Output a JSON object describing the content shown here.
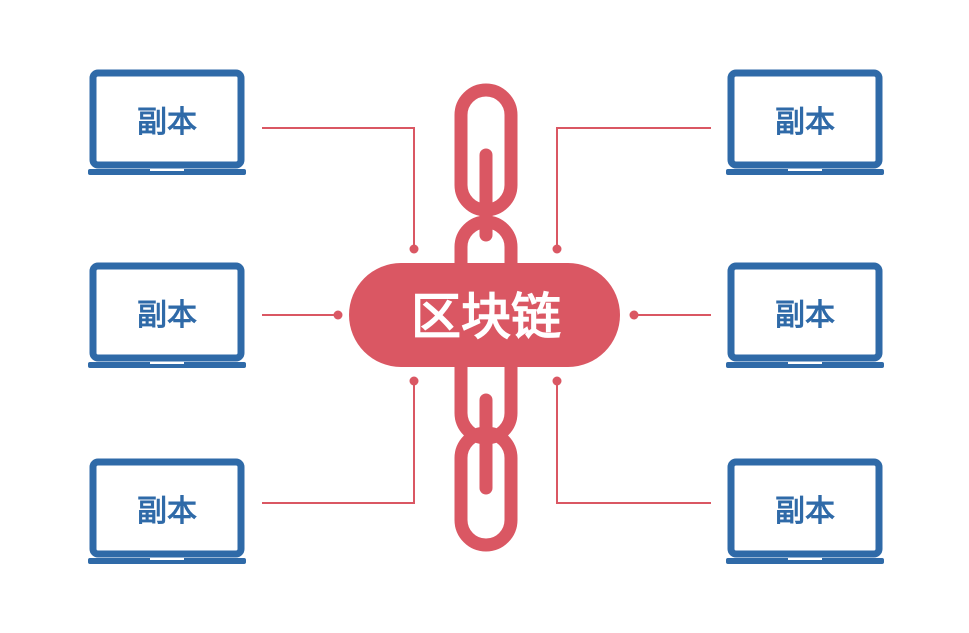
{
  "diagram": {
    "center_label": "区块链",
    "copies": [
      {
        "label": "副本"
      },
      {
        "label": "副本"
      },
      {
        "label": "副本"
      },
      {
        "label": "副本"
      },
      {
        "label": "副本"
      },
      {
        "label": "副本"
      }
    ]
  },
  "colors": {
    "laptop_blue": "#2f6aa8",
    "chain_red": "#da5763",
    "text_white": "#ffffff"
  }
}
